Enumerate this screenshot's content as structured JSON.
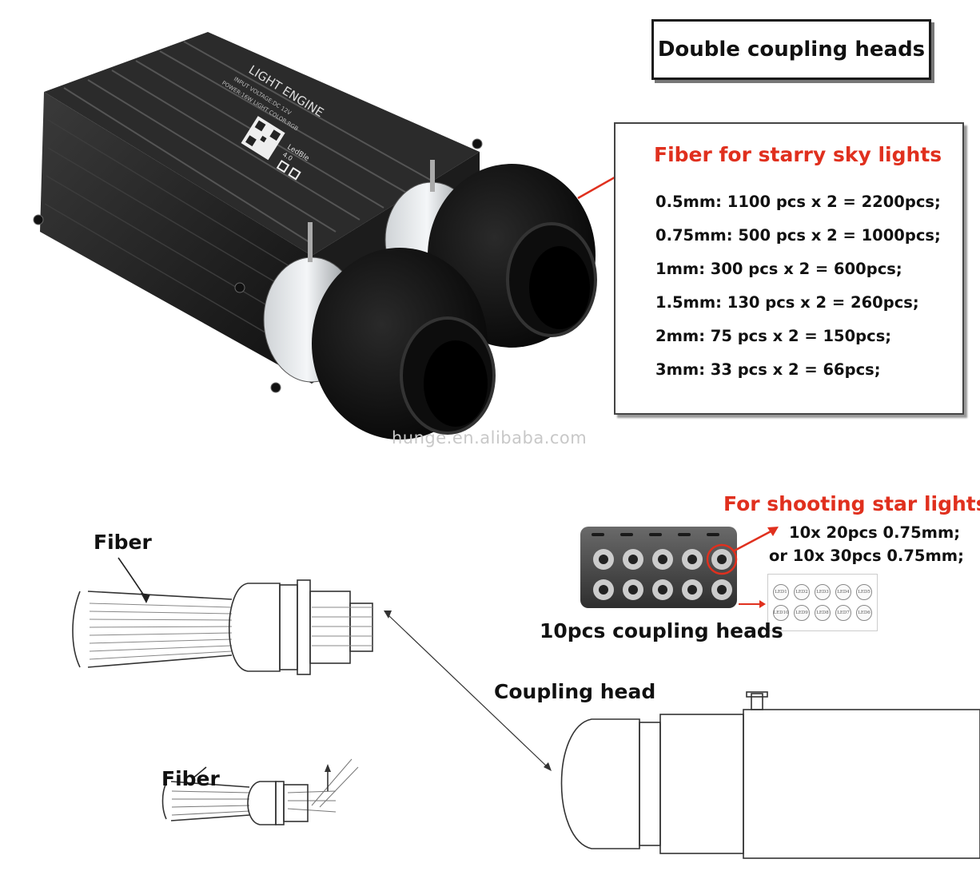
{
  "header": {
    "title": "Double coupling heads"
  },
  "product": {
    "label_top": "LIGHT ENGINE",
    "label_line1": "INPUT VOLTAGE:DC 12V",
    "label_line2": "POWER:16W  LIGHT COLOR:RGB",
    "brand": "LedBle",
    "brand_version": "4.0"
  },
  "starry_sky": {
    "title": "Fiber for starry sky lights",
    "lines": [
      "0.5mm: 1100 pcs x 2 = 2200pcs;",
      "0.75mm: 500 pcs x 2 = 1000pcs;",
      "1mm: 300 pcs x 2 = 600pcs;",
      "1.5mm: 130 pcs x 2 = 260pcs;",
      "2mm: 75 pcs x 2 = 150pcs;",
      "3mm: 33 pcs x 2 = 66pcs;"
    ]
  },
  "watermark": "hunge.en.alibaba.com",
  "shooting_star": {
    "title": "For shooting star lights",
    "line1": "10x 20pcs 0.75mm;",
    "line2": "or 10x 30pcs 0.75mm;",
    "caption": "10pcs coupling heads",
    "led_row1": [
      "LED1",
      "LED2",
      "LED3",
      "LED4",
      "LED5"
    ],
    "led_row2": [
      "LED10",
      "LED9",
      "LED8",
      "LED7",
      "LED6"
    ]
  },
  "diagram": {
    "fiber_label_1": "Fiber",
    "fiber_label_2": "Fiber",
    "coupling_label": "Coupling head"
  },
  "colors": {
    "accent_red": "#e0301e",
    "device_black": "#1c1c1c"
  }
}
